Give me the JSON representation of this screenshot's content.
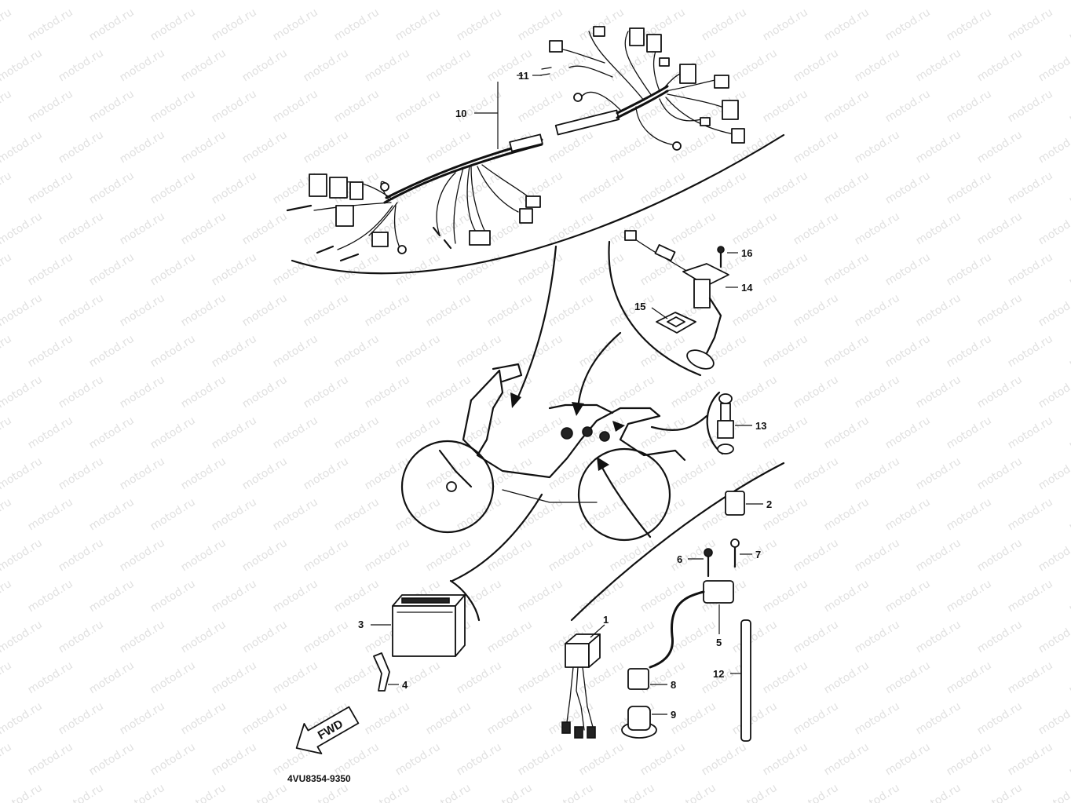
{
  "watermark": {
    "text": "motod.ru",
    "color": "#c8c8c8"
  },
  "diagram_code": "4VU8354-9350",
  "fwd_label": "FWD",
  "callouts": [
    {
      "id": "1",
      "text": "1"
    },
    {
      "id": "2",
      "text": "2"
    },
    {
      "id": "3",
      "text": "3"
    },
    {
      "id": "4",
      "text": "4"
    },
    {
      "id": "5",
      "text": "5"
    },
    {
      "id": "6",
      "text": "6"
    },
    {
      "id": "7",
      "text": "7"
    },
    {
      "id": "8",
      "text": "8"
    },
    {
      "id": "9",
      "text": "9"
    },
    {
      "id": "10",
      "text": "10"
    },
    {
      "id": "11",
      "text": "11"
    },
    {
      "id": "12",
      "text": "12"
    },
    {
      "id": "13",
      "text": "13"
    },
    {
      "id": "14",
      "text": "14"
    },
    {
      "id": "15",
      "text": "15"
    },
    {
      "id": "16",
      "text": "16"
    }
  ]
}
